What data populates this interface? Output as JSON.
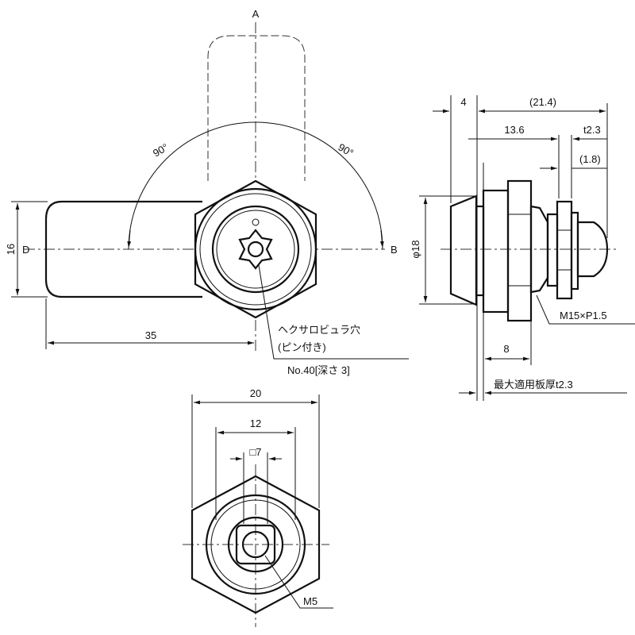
{
  "front_view": {
    "label_a": "A",
    "label_b": "B",
    "label_d": "D",
    "angle_left": "90°",
    "angle_right": "90°",
    "dim_height": "16",
    "dim_length": "35",
    "callout_line1": "ヘクサロビュラ穴",
    "callout_line2": "(ピン付き)",
    "callout_line3": "No.40[深さ 3]"
  },
  "side_view": {
    "dim_4": "4",
    "dim_total": "(21.4)",
    "dim_13_6": "13.6",
    "dim_t2_3": "t2.3",
    "dim_1_8": "(1.8)",
    "dim_dia": "φ18",
    "thread": "M15×P1.5",
    "dim_8": "8",
    "max_plate": "最大適用板厚t2.3"
  },
  "rear_view": {
    "dim_20": "20",
    "dim_12": "12",
    "dim_sq7": "□7",
    "thread": "M5"
  },
  "colors": {
    "line": "#111111"
  }
}
